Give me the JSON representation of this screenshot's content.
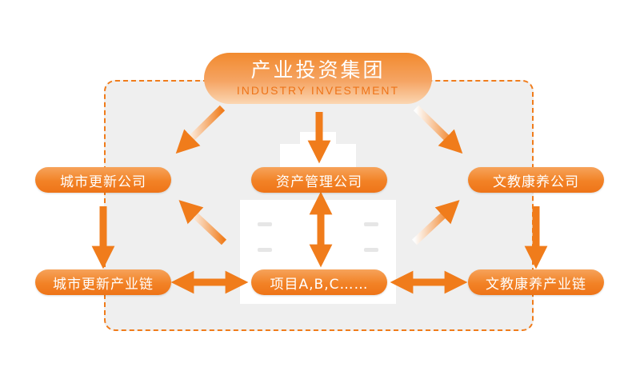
{
  "title": {
    "cn": "产业投资集团",
    "en": "INDUSTRY INVESTMENT"
  },
  "companies": {
    "urban": "城市更新公司",
    "asset": "资产管理公司",
    "culture": "文教康养公司"
  },
  "chains": {
    "urban": "城市更新产业链",
    "projects": "项目A,B,C……",
    "culture": "文教康养产业链"
  },
  "colors": {
    "accent": "#f07c1b",
    "panel": "#efefef"
  }
}
